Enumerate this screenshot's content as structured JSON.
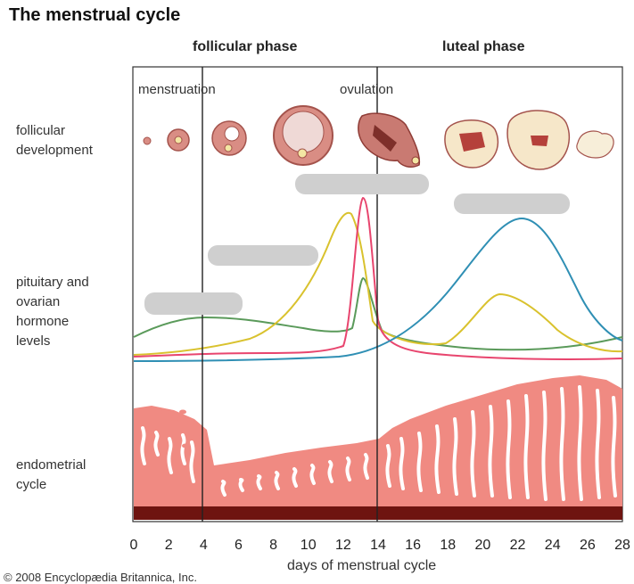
{
  "title": "The menstrual cycle",
  "phases": {
    "follicular": "follicular phase",
    "luteal": "luteal phase"
  },
  "events": {
    "menstruation": "menstruation",
    "ovulation": "ovulation"
  },
  "rows": {
    "follicular": [
      "follicular",
      "development"
    ],
    "hormone": [
      "pituitary and",
      "ovarian",
      "hormone",
      "levels"
    ],
    "endometrial": [
      "endometrial",
      "cycle"
    ]
  },
  "x_axis": {
    "label": "days of menstrual cycle",
    "ticks": [
      "0",
      "2",
      "4",
      "6",
      "8",
      "10",
      "12",
      "14",
      "16",
      "18",
      "20",
      "22",
      "24",
      "26",
      "28"
    ]
  },
  "credit": "© 2008 Encyclopædia Britannica, Inc.",
  "colors": {
    "lh": "#e8456e",
    "fsh": "#5a9a5a",
    "estrogen": "#d9c22e",
    "progesterone": "#2f8fb4",
    "tissue": "#f08a82",
    "tissue_dark": "#6e1410",
    "redaction": "#cfcfcf"
  },
  "icons": [
    "follicle-icon",
    "corpus-luteum-icon"
  ]
}
